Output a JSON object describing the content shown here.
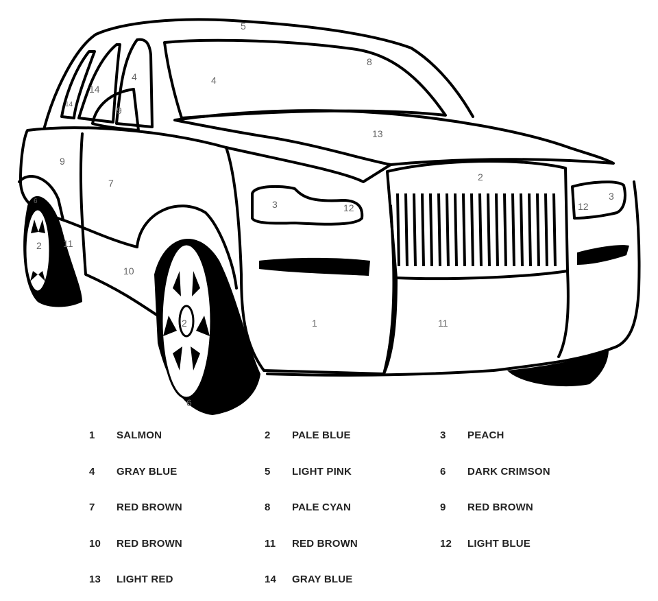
{
  "drawing": {
    "labels": [
      "5",
      "8",
      "4",
      "4",
      "14",
      "14",
      "9",
      "13",
      "9",
      "7",
      "2",
      "3",
      "12",
      "12",
      "3",
      "6",
      "2",
      "11",
      "10",
      "1",
      "11",
      "2",
      "6"
    ]
  },
  "legend": [
    {
      "number": "1",
      "color": "SALMON"
    },
    {
      "number": "2",
      "color": "PALE BLUE"
    },
    {
      "number": "3",
      "color": "PEACH"
    },
    {
      "number": "4",
      "color": "GRAY BLUE"
    },
    {
      "number": "5",
      "color": "LIGHT PINK"
    },
    {
      "number": "6",
      "color": "DARK CRIMSON"
    },
    {
      "number": "7",
      "color": "RED BROWN"
    },
    {
      "number": "8",
      "color": "PALE CYAN"
    },
    {
      "number": "9",
      "color": "RED BROWN"
    },
    {
      "number": "10",
      "color": "RED BROWN"
    },
    {
      "number": "11",
      "color": "RED BROWN"
    },
    {
      "number": "12",
      "color": "LIGHT BLUE"
    },
    {
      "number": "13",
      "color": "LIGHT RED"
    },
    {
      "number": "14",
      "color": "GRAY BLUE"
    }
  ]
}
